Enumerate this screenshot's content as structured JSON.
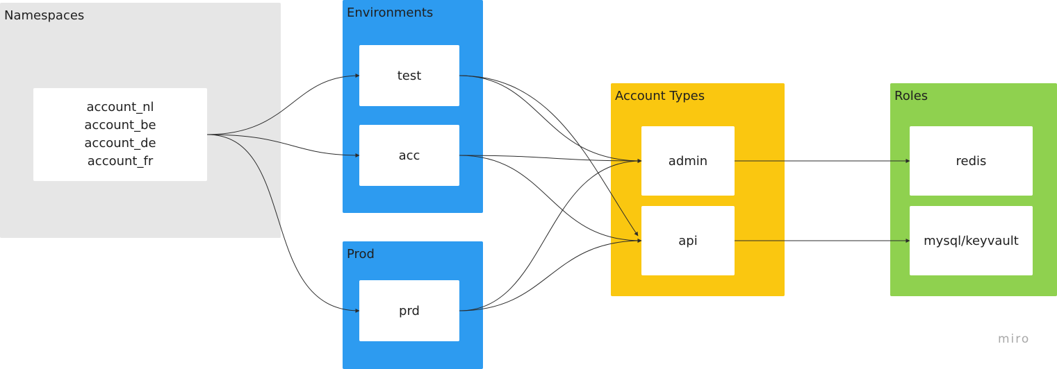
{
  "groups": {
    "namespaces": {
      "title": "Namespaces",
      "color": "#e6e6e6"
    },
    "environments": {
      "title": "Environments",
      "color": "#2d9bf0"
    },
    "prod": {
      "title": "Prod",
      "color": "#2d9bf0"
    },
    "account_types": {
      "title": "Account Types",
      "color": "#fac710"
    },
    "roles": {
      "title": "Roles",
      "color": "#8fd14f"
    }
  },
  "nodes": {
    "namespaces_list": [
      "account_nl",
      "account_be",
      "account_de",
      "account_fr"
    ],
    "test": "test",
    "acc": "acc",
    "prd": "prd",
    "admin": "admin",
    "api": "api",
    "redis": "redis",
    "mysql_keyvault": "mysql/keyvault"
  },
  "edges": [
    {
      "from": "namespaces",
      "to": "test"
    },
    {
      "from": "namespaces",
      "to": "acc"
    },
    {
      "from": "namespaces",
      "to": "prd"
    },
    {
      "from": "test",
      "to": "admin"
    },
    {
      "from": "test",
      "to": "api"
    },
    {
      "from": "acc",
      "to": "admin"
    },
    {
      "from": "acc",
      "to": "api"
    },
    {
      "from": "prd",
      "to": "admin"
    },
    {
      "from": "prd",
      "to": "api"
    },
    {
      "from": "admin",
      "to": "redis"
    },
    {
      "from": "api",
      "to": "mysql/keyvault"
    }
  ],
  "watermark": "miro"
}
